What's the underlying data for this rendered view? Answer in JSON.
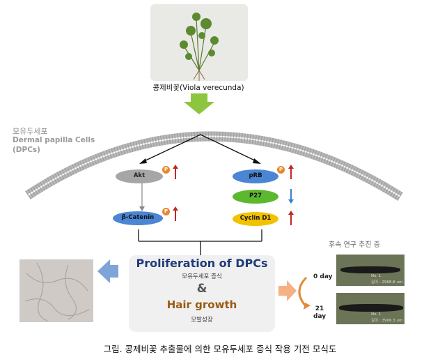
{
  "plant_caption": "콩제비꽃(Viola verecunda)",
  "dpc_label_ko": "모유두세포",
  "dpc_label_en_line1": "Dermal papilla Cells",
  "dpc_label_en_line2": "(DPCs)",
  "phospho_badge": "P",
  "left_pathway": {
    "akt": "Akt",
    "beta_catenin": "β-Catenin"
  },
  "right_pathway": {
    "prb": "pRB",
    "p27": "P27",
    "cyclin_d1": "Cyclin D1"
  },
  "center": {
    "proliferation": "Proliferation of DPCs",
    "proliferation_ko": "모유두세포 증식",
    "ampersand": "&",
    "hair_growth": "Hair growth",
    "hair_growth_ko": "모발성장"
  },
  "followup_label": "후속 연구 추진 중",
  "day0_label": "0 day",
  "day21_line1": "21",
  "day21_line2": "day",
  "follicle_0": {
    "no": "No. 1",
    "length": "길이 : 2968.8 um"
  },
  "follicle_21": {
    "no": "No. 1",
    "length": "길이 : 3906.3 um"
  },
  "caption": "그림. 콩제비꽃 추출물에 의한 모유두세포 증식 작용 기전 모식도",
  "colors": {
    "akt": "#a6a6a6",
    "blue_oval": "#4a86d4",
    "green_oval": "#5cb82e",
    "yellow_oval": "#f2c200",
    "up_arrow": "#c0281e",
    "down_arrow": "#3a7fd0",
    "down_green_arrow": "#8cc63f"
  }
}
